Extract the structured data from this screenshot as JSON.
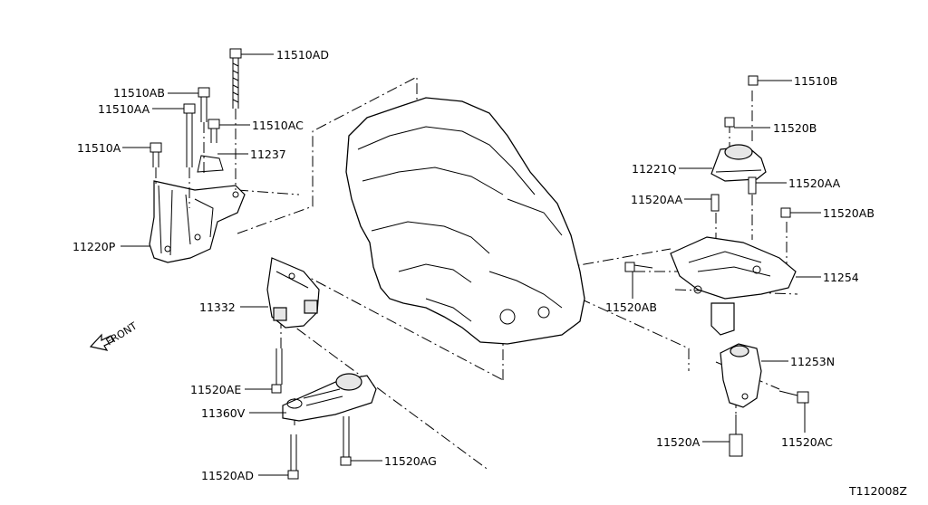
{
  "diagram_id": "T112008Z",
  "front_indicator": "FRONT",
  "callouts": {
    "c11510AD": "11510AD",
    "c11510AB": "11510AB",
    "c11510AA": "11510AA",
    "c11510AC": "11510AC",
    "c11237": "11237",
    "c11510A": "11510A",
    "c11220P": "11220P",
    "c11332": "11332",
    "c11520AE": "11520AE",
    "c11360V": "11360V",
    "c11520AD": "11520AD",
    "c11520AG": "11520AG",
    "c11510B": "11510B",
    "c11520B": "11520B",
    "c11221Q": "11221Q",
    "c11520AA_left": "11520AA",
    "c11520AA_right": "11520AA",
    "c11520AB_top": "11520AB",
    "c11254": "11254",
    "c11520AB_left": "11520AB",
    "c11253N": "11253N",
    "c11520A": "11520A",
    "c11520AC": "11520AC"
  }
}
